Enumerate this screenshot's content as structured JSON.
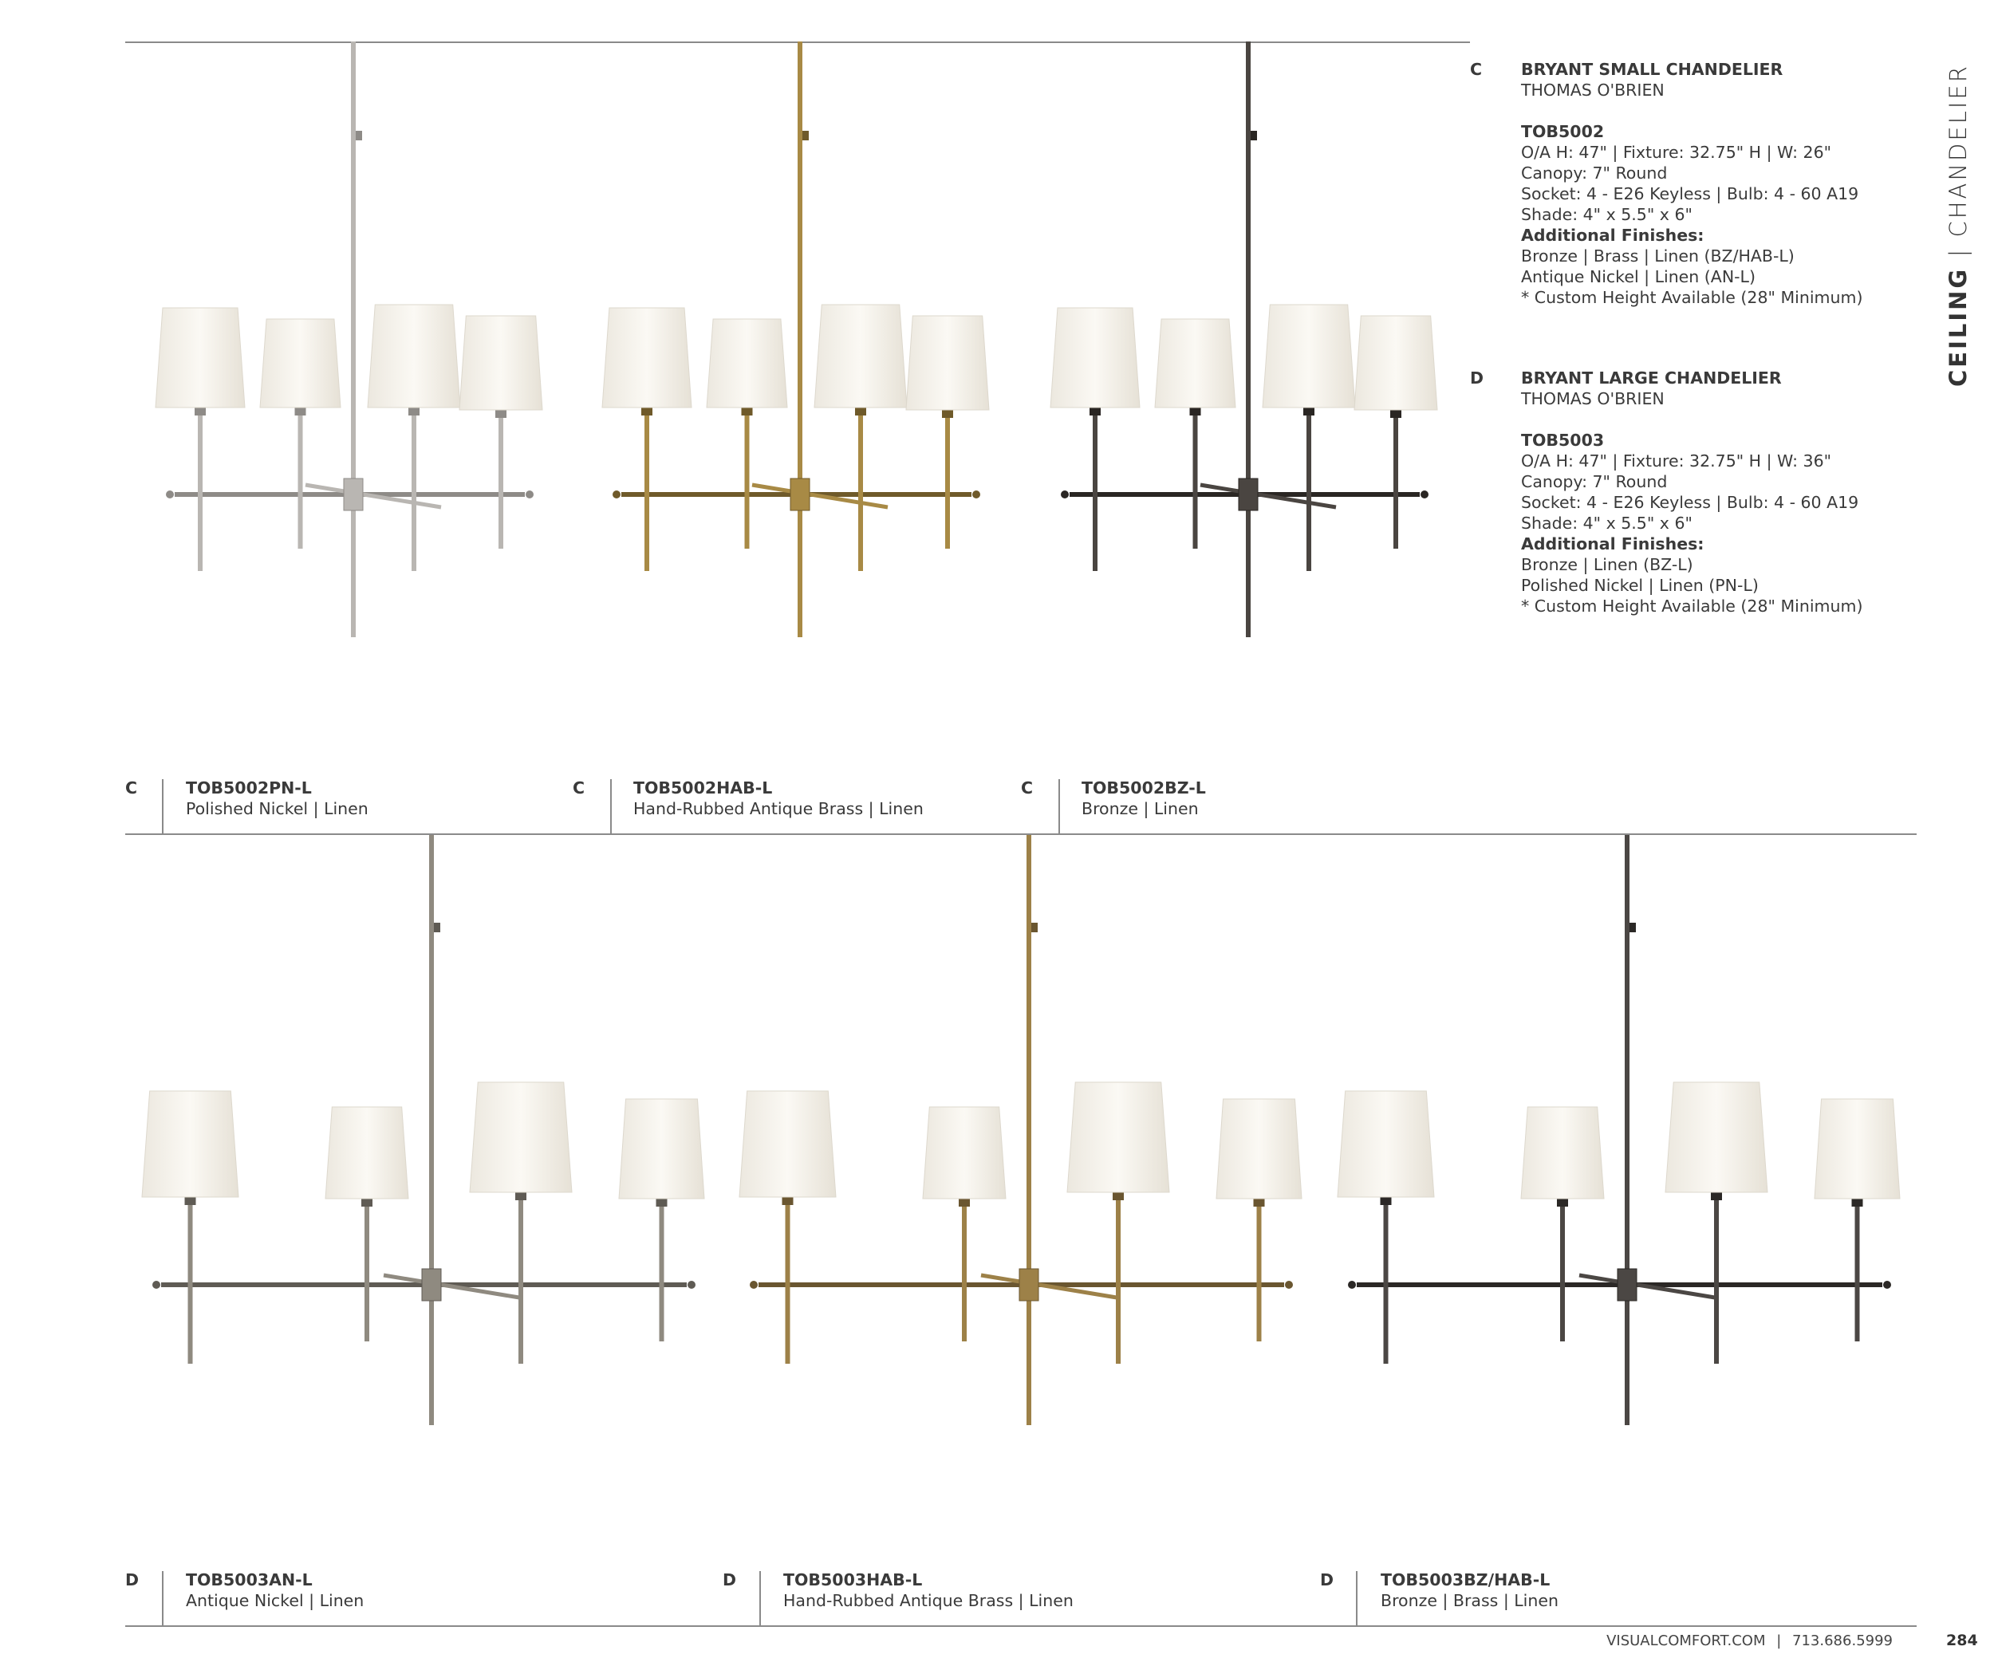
{
  "side_tab": {
    "category": "CEILING",
    "separator": "|",
    "subcategory": "CHANDELIER"
  },
  "specs": [
    {
      "letter": "C",
      "name": "BRYANT SMALL CHANDELIER",
      "designer": "THOMAS O'BRIEN",
      "sku": "TOB5002",
      "lines": [
        "O/A H: 47\" | Fixture: 32.75\" H | W: 26\"",
        "Canopy: 7\" Round",
        "Socket: 4 - E26 Keyless | Bulb: 4 - 60 A19",
        "Shade: 4\" x 5.5\" x 6\""
      ],
      "finishes_label": "Additional Finishes:",
      "finishes": [
        "Bronze | Brass | Linen (BZ/HAB-L)",
        "Antique Nickel | Linen (AN-L)"
      ],
      "note": "* Custom Height Available (28\" Minimum)"
    },
    {
      "letter": "D",
      "name": "BRYANT LARGE CHANDELIER",
      "designer": "THOMAS O'BRIEN",
      "sku": "TOB5003",
      "lines": [
        "O/A H: 47\" | Fixture: 32.75\" H | W: 36\"",
        "Canopy: 7\" Round",
        "Socket: 4 - E26 Keyless | Bulb: 4 - 60 A19",
        "Shade: 4\" x 5.5\" x 6\""
      ],
      "finishes_label": "Additional Finishes:",
      "finishes": [
        "Bronze | Linen (BZ-L)",
        "Polished Nickel | Linen (PN-L)"
      ],
      "note": "* Custom Height Available (28\" Minimum)"
    }
  ],
  "small_products": [
    {
      "letter": "C",
      "code": "TOB5002PN-L",
      "finish": "Polished Nickel | Linen",
      "metal": "#b9b6b2",
      "dark": "#8e8b87"
    },
    {
      "letter": "C",
      "code": "TOB5002HAB-L",
      "finish": "Hand-Rubbed Antique Brass | Linen",
      "metal": "#a88a45",
      "dark": "#6f5a2a"
    },
    {
      "letter": "C",
      "code": "TOB5002BZ-L",
      "finish": "Bronze | Linen",
      "metal": "#4a4541",
      "dark": "#2a2623"
    }
  ],
  "large_products": [
    {
      "letter": "D",
      "code": "TOB5003AN-L",
      "finish": "Antique Nickel | Linen",
      "metal": "#8f8a80",
      "dark": "#5f5b54"
    },
    {
      "letter": "D",
      "code": "TOB5003HAB-L",
      "finish": "Hand-Rubbed Antique Brass | Linen",
      "metal": "#9d8148",
      "dark": "#6a5630"
    },
    {
      "letter": "D",
      "code": "TOB5003BZ/HAB-L",
      "finish": "Bronze | Brass | Linen",
      "metal": "#4b4744",
      "dark": "#2b2826"
    }
  ],
  "footer": {
    "website": "VISUALCOMFORT.COM",
    "separator": "|",
    "phone": "713.686.5999",
    "page": "284"
  }
}
